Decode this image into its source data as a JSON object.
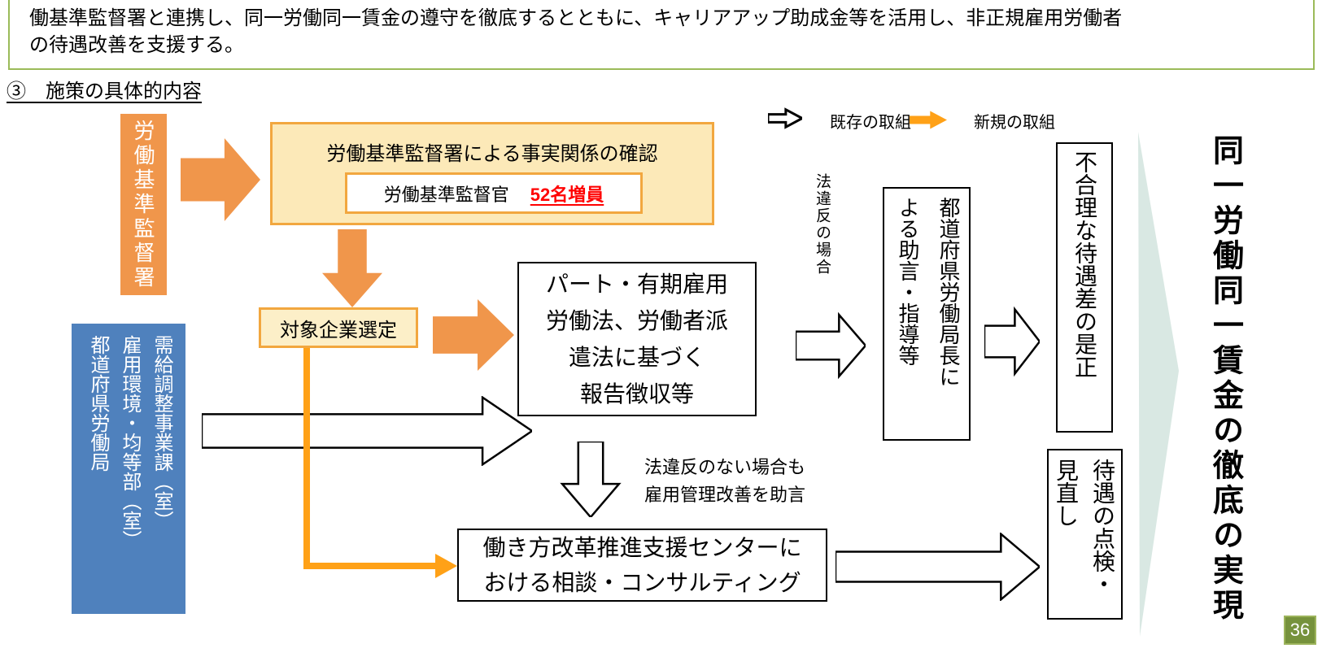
{
  "colors": {
    "orange_shape": "#F0964B",
    "orange_connector": "#FFA117",
    "yellow_fill": "#FCE9B8",
    "yellow_border": "#F2A73F",
    "blue_box": "#4F81BD",
    "teal_goal_arrow": "#D9E8E3",
    "green_border": "#9BBB59",
    "page_badge_green": "#76923C",
    "emphasis_red": "#FF0000"
  },
  "intro_box": {
    "line1": "働基準監督署と連携し、同一労働同一賃金の遵守を徹底するとともに、キャリアアップ助成金等を活用し、非正規雇用労働者",
    "line2": "の待遇改善を支援する。"
  },
  "heading": "③　施策の具体的内容",
  "legend": {
    "existing_label": "既存の取組",
    "new_label": "新規の取組"
  },
  "flow": {
    "labor_standards_office": "労働基準監督署",
    "fact_check": {
      "title": "労働基準監督署による事実関係の確認",
      "inspector_label": "労働基準監督官",
      "inspector_increase": "52名増員"
    },
    "target_selection": "対象企業選定",
    "prefectural_bureau": {
      "line1": "需給調整事業課（室）",
      "line2": "雇用環境・均等部（室）",
      "line3": "都道府県労働局"
    },
    "report_collection": {
      "line1": "パート・有期雇用",
      "line2": "労働法、労働者派",
      "line3": "遣法に基づく",
      "line4": "報告徴収等"
    },
    "violation_case_label": "法違反の場合",
    "guidance": {
      "line1": "都道府県労働局長に",
      "line2": "よる助言・指導等"
    },
    "correction": "不合理な待遇差の是正",
    "no_violation_note": {
      "line1": "法違反のない場合も",
      "line2": "雇用管理改善を助言"
    },
    "support_center": {
      "line1": "働き方改革推進支援センターに",
      "line2": "おける相談・コンサルティング"
    },
    "review": {
      "line1": "待遇の点検・",
      "line2": "見直し"
    },
    "goal": "同一労働同一賃金の徹底の実現"
  },
  "page_number": "36"
}
